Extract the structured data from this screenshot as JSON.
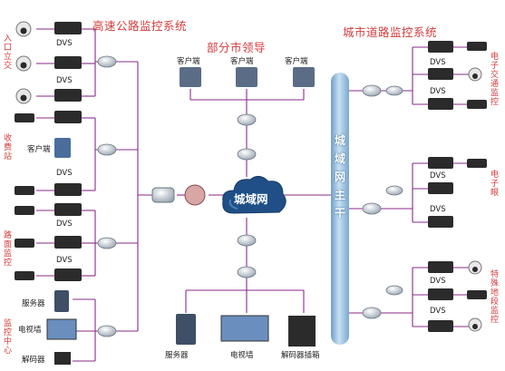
{
  "titles": {
    "highway": "高速公路监控系统",
    "city_road": "城市道路监控系统",
    "leaders": "部分市领导"
  },
  "left_groups": {
    "entrance": "入口立交",
    "toll": "收费站",
    "road": "路面监控",
    "center": "监控中心"
  },
  "right_groups": {
    "city_traffic": "电子交通监控",
    "eye": "电子眼",
    "special": "特殊地段监控"
  },
  "backbone_label": "城域网主干",
  "cloud_label": "城域网",
  "labels": {
    "dvs": "DVS",
    "client": "客户端",
    "server": "服务器",
    "tv_wall": "电视墙",
    "decoder": "解码器",
    "decoder_box": "解码器插箱"
  },
  "bottom_caption": "",
  "colors": {
    "link": "#8a2a8a",
    "title": "#d43b3b",
    "backbone": "#8fb8d8",
    "cloud": "#1f4f86"
  }
}
